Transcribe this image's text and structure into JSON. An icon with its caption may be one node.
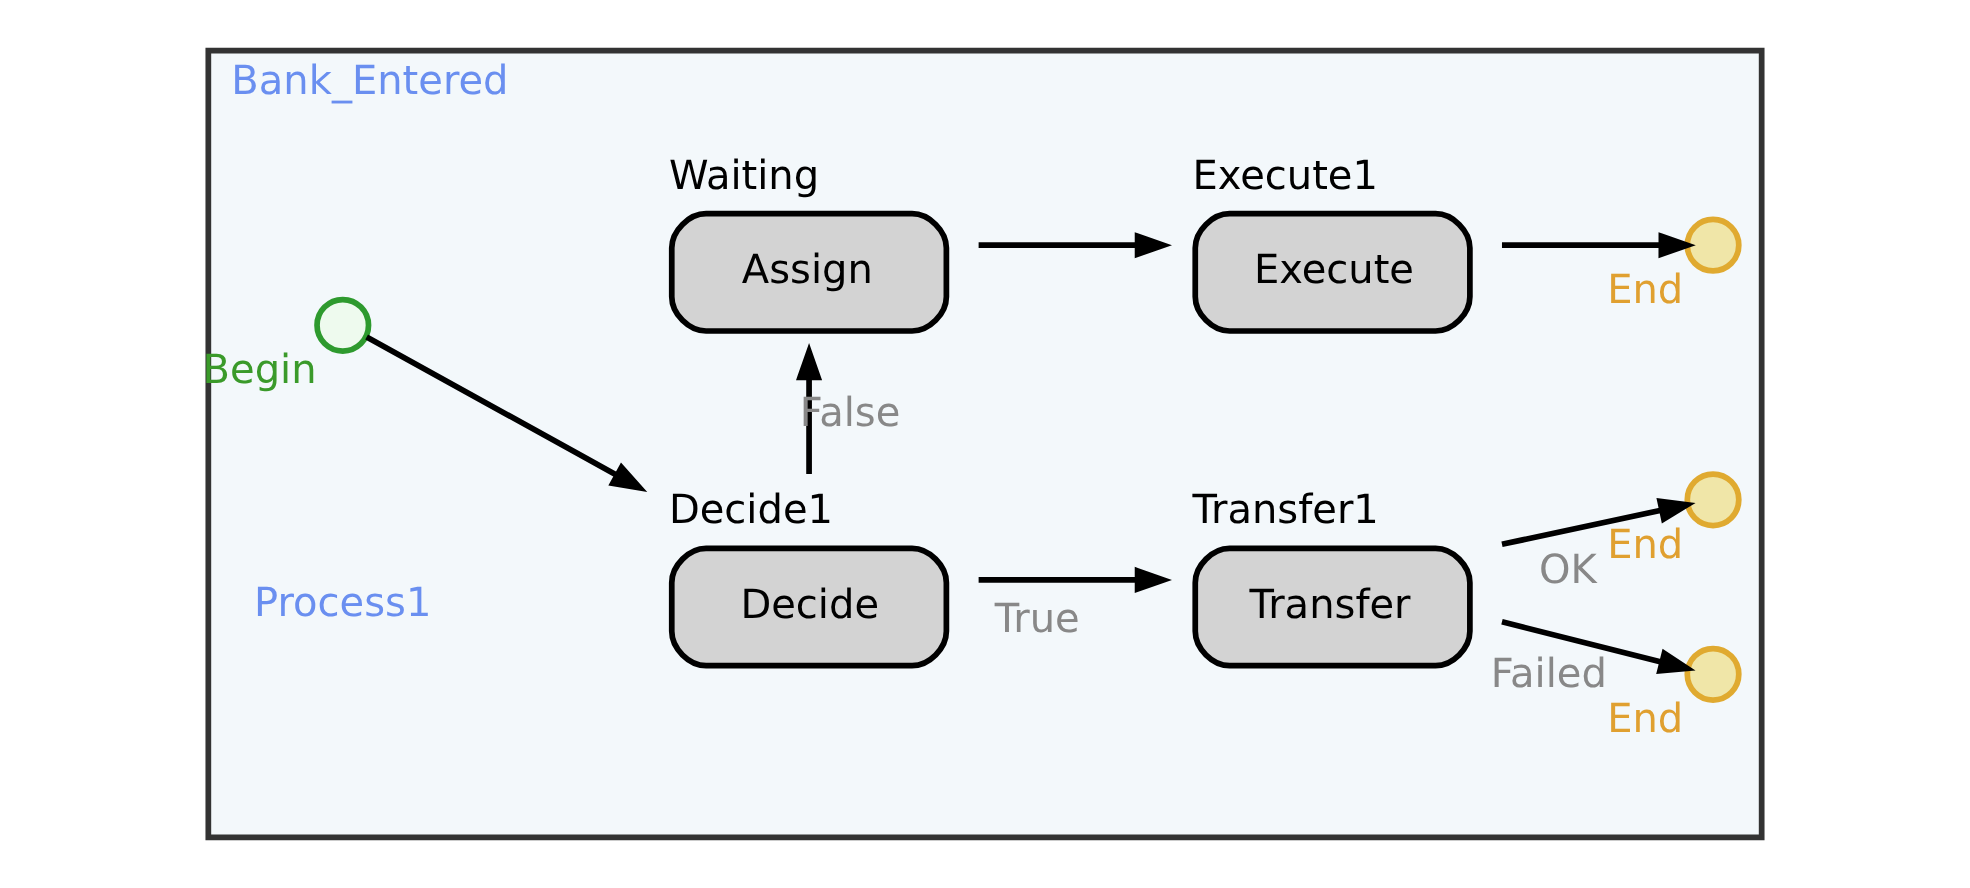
{
  "diagram": {
    "nodes": [
      {
        "text": [
          "Bank_Entered"
        ]
      },
      {
        "text": [],
        "shape": "circle",
        "beside": [
          "Begin"
        ],
        "in": 0
      },
      {
        "text": [
          "Decide1",
          "Decide"
        ],
        "in": 0
      },
      {
        "text": [
          "Transfer1",
          "Transfer"
        ],
        "in": 0
      },
      {
        "text": [],
        "shape": "circle",
        "beside": [
          "End"
        ],
        "in": 0
      },
      {
        "text": [],
        "shape": "circle",
        "beside": [
          "End"
        ],
        "in": 0
      },
      {
        "text": [
          "Waiting",
          "Assign"
        ],
        "in": 0
      },
      {
        "text": [
          "Execute1",
          "Execute"
        ],
        "in": 0
      },
      {
        "text": [],
        "shape": "circle",
        "beside": [
          "End"
        ],
        "in": 0
      }
    ],
    "edges": [
      {
        "from": 1,
        "to": 2,
        "arrow": "to"
      },
      {
        "from": 2,
        "to": 3,
        "arrow": "to",
        "label": "True"
      },
      {
        "from": 2,
        "to": 6,
        "arrow": "to",
        "label": "False"
      },
      {
        "from": 3,
        "to": 4,
        "arrow": "to",
        "label": "OK"
      },
      {
        "from": 3,
        "to": 5,
        "arrow": "to",
        "label": "Failed"
      },
      {
        "from": 6,
        "to": 7,
        "arrow": "to"
      },
      {
        "from": 7,
        "to": 8,
        "arrow": "to"
      }
    ],
    "labels": [
      "Process1"
    ]
  }
}
